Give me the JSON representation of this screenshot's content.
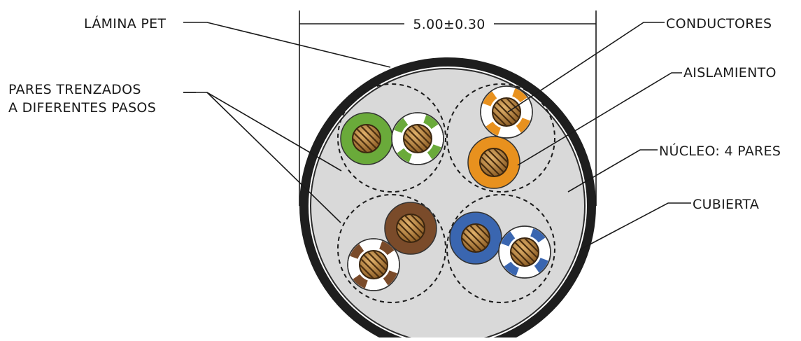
{
  "labels": {
    "lamina_pet": "LÁMINA PET",
    "dimension": "5.00±0.30",
    "conductores": "CONDUCTORES",
    "pares_line1": "PARES TRENZADOS",
    "pares_line2": "A DIFERENTES PASOS",
    "aislamiento": "AISLAMIENTO",
    "nucleo": "NÚCLEO: 4 PARES",
    "cubierta": "CUBIERTA"
  },
  "colors": {
    "jacket": "#1e1e1e",
    "core_fill": "#d9d9d9",
    "green": "#6aaa3a",
    "orange": "#e8911e",
    "brown": "#7a4b2a",
    "blue": "#3a66b0",
    "copper": "#c08a45",
    "line": "#1a1a1a"
  },
  "pairs": [
    {
      "name": "green",
      "solid_color": "green",
      "stripe_color": "green"
    },
    {
      "name": "orange",
      "solid_color": "orange",
      "stripe_color": "orange"
    },
    {
      "name": "brown",
      "solid_color": "brown",
      "stripe_color": "brown"
    },
    {
      "name": "blue",
      "solid_color": "blue",
      "stripe_color": "blue"
    }
  ]
}
